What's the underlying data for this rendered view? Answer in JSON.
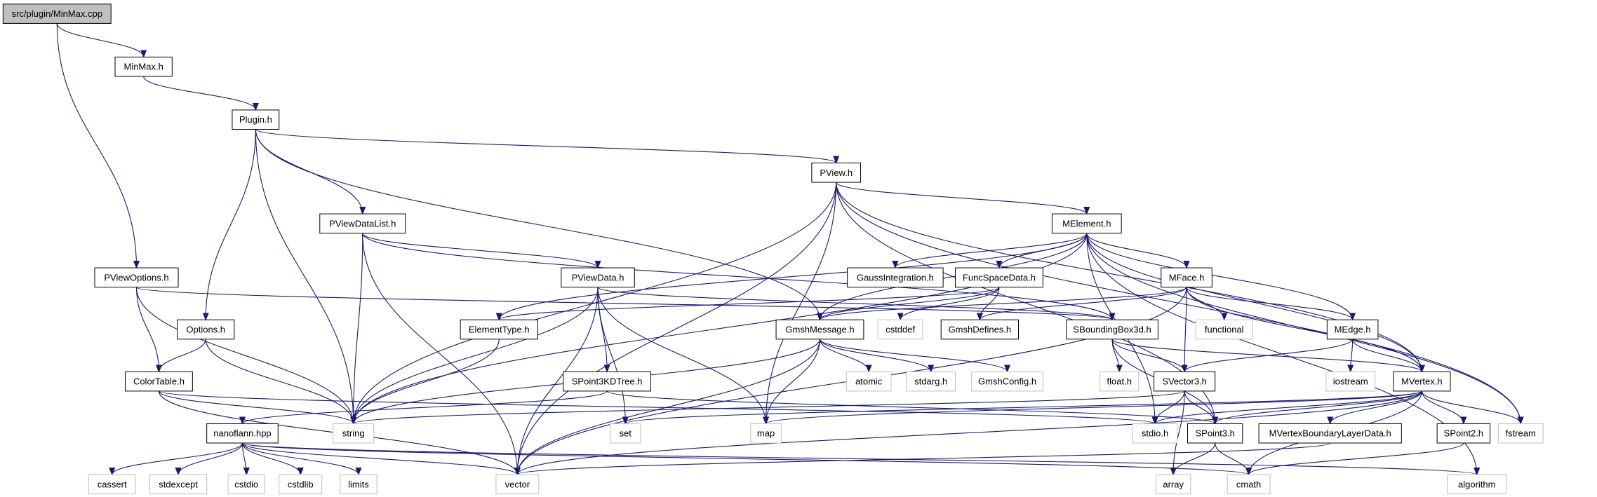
{
  "title": "src/plugin/MinMax.cpp",
  "colors": {
    "edge": "#191970",
    "root_fill": "#bfbfbf",
    "node_fill": "#ffffff",
    "node_border": "#000000",
    "external_border": "#bfbfbf"
  },
  "nodes": [
    {
      "id": "minmax_cpp",
      "label": "src/plugin/MinMax.cpp",
      "kind": "root"
    },
    {
      "id": "minmax_h",
      "label": "MinMax.h",
      "kind": "header"
    },
    {
      "id": "plugin_h",
      "label": "Plugin.h",
      "kind": "header"
    },
    {
      "id": "pview_h",
      "label": "PView.h",
      "kind": "header"
    },
    {
      "id": "pviewdatalist_h",
      "label": "PViewDataList.h",
      "kind": "header"
    },
    {
      "id": "melement_h",
      "label": "MElement.h",
      "kind": "header"
    },
    {
      "id": "pviewoptions_h",
      "label": "PViewOptions.h",
      "kind": "header"
    },
    {
      "id": "pviewdata_h",
      "label": "PViewData.h",
      "kind": "header"
    },
    {
      "id": "gaussintegration_h",
      "label": "GaussIntegration.h",
      "kind": "header"
    },
    {
      "id": "funcspacedata_h",
      "label": "FuncSpaceData.h",
      "kind": "header"
    },
    {
      "id": "mface_h",
      "label": "MFace.h",
      "kind": "header"
    },
    {
      "id": "options_h",
      "label": "Options.h",
      "kind": "header"
    },
    {
      "id": "elementtype_h",
      "label": "ElementType.h",
      "kind": "header"
    },
    {
      "id": "gmshmessage_h",
      "label": "GmshMessage.h",
      "kind": "header"
    },
    {
      "id": "cstddef",
      "label": "cstddef",
      "kind": "external"
    },
    {
      "id": "gmshdefines_h",
      "label": "GmshDefines.h",
      "kind": "header"
    },
    {
      "id": "sboundingbox3d_h",
      "label": "SBoundingBox3d.h",
      "kind": "header"
    },
    {
      "id": "functional",
      "label": "functional",
      "kind": "external"
    },
    {
      "id": "medge_h",
      "label": "MEdge.h",
      "kind": "header"
    },
    {
      "id": "colortable_h",
      "label": "ColorTable.h",
      "kind": "header"
    },
    {
      "id": "spoint3kdtree_h",
      "label": "SPoint3KDTree.h",
      "kind": "header"
    },
    {
      "id": "atomic",
      "label": "atomic",
      "kind": "external"
    },
    {
      "id": "stdarg_h",
      "label": "stdarg.h",
      "kind": "external"
    },
    {
      "id": "gmshconfig_h",
      "label": "GmshConfig.h",
      "kind": "external"
    },
    {
      "id": "float_h",
      "label": "float.h",
      "kind": "external"
    },
    {
      "id": "svector3_h",
      "label": "SVector3.h",
      "kind": "header"
    },
    {
      "id": "iostream",
      "label": "iostream",
      "kind": "external"
    },
    {
      "id": "mvertex_h",
      "label": "MVertex.h",
      "kind": "header"
    },
    {
      "id": "nanoflann_hpp",
      "label": "nanoflann.hpp",
      "kind": "header"
    },
    {
      "id": "string",
      "label": "string",
      "kind": "external"
    },
    {
      "id": "set",
      "label": "set",
      "kind": "external"
    },
    {
      "id": "map",
      "label": "map",
      "kind": "external"
    },
    {
      "id": "stdio_h",
      "label": "stdio.h",
      "kind": "external"
    },
    {
      "id": "spoint3_h",
      "label": "SPoint3.h",
      "kind": "header"
    },
    {
      "id": "mvertexboundarylayerdata_h",
      "label": "MVertexBoundaryLayerData.h",
      "kind": "header"
    },
    {
      "id": "spoint2_h",
      "label": "SPoint2.h",
      "kind": "header"
    },
    {
      "id": "fstream",
      "label": "fstream",
      "kind": "external"
    },
    {
      "id": "cassert",
      "label": "cassert",
      "kind": "external"
    },
    {
      "id": "stdexcept",
      "label": "stdexcept",
      "kind": "external"
    },
    {
      "id": "cstdio",
      "label": "cstdio",
      "kind": "external"
    },
    {
      "id": "cstdlib",
      "label": "cstdlib",
      "kind": "external"
    },
    {
      "id": "limits",
      "label": "limits",
      "kind": "external"
    },
    {
      "id": "vector",
      "label": "vector",
      "kind": "external"
    },
    {
      "id": "array",
      "label": "array",
      "kind": "external"
    },
    {
      "id": "cmath",
      "label": "cmath",
      "kind": "external"
    },
    {
      "id": "algorithm",
      "label": "algorithm",
      "kind": "external"
    }
  ],
  "edges": [
    [
      "minmax_cpp",
      "minmax_h"
    ],
    [
      "minmax_cpp",
      "pviewoptions_h"
    ],
    [
      "minmax_h",
      "plugin_h"
    ],
    [
      "plugin_h",
      "pview_h"
    ],
    [
      "plugin_h",
      "pviewdatalist_h"
    ],
    [
      "plugin_h",
      "options_h"
    ],
    [
      "plugin_h",
      "gmshmessage_h"
    ],
    [
      "plugin_h",
      "string"
    ],
    [
      "pview_h",
      "melement_h"
    ],
    [
      "pview_h",
      "mvertex_h"
    ],
    [
      "pview_h",
      "spoint3_h"
    ],
    [
      "pview_h",
      "map"
    ],
    [
      "pview_h",
      "vector"
    ],
    [
      "pview_h",
      "string"
    ],
    [
      "pview_h",
      "fstream"
    ],
    [
      "pviewdatalist_h",
      "pviewdata_h"
    ],
    [
      "pviewdatalist_h",
      "sboundingbox3d_h"
    ],
    [
      "pviewdatalist_h",
      "string"
    ],
    [
      "pviewdatalist_h",
      "vector"
    ],
    [
      "melement_h",
      "gaussintegration_h"
    ],
    [
      "melement_h",
      "funcspacedata_h"
    ],
    [
      "melement_h",
      "mface_h"
    ],
    [
      "melement_h",
      "medge_h"
    ],
    [
      "melement_h",
      "mvertex_h"
    ],
    [
      "melement_h",
      "gmshmessage_h"
    ],
    [
      "melement_h",
      "elementtype_h"
    ],
    [
      "melement_h",
      "string"
    ],
    [
      "melement_h",
      "stdio_h"
    ],
    [
      "melement_h",
      "fstream"
    ],
    [
      "melement_h",
      "algorithm"
    ],
    [
      "pviewoptions_h",
      "sboundingbox3d_h"
    ],
    [
      "pviewoptions_h",
      "colortable_h"
    ],
    [
      "pviewoptions_h",
      "string"
    ],
    [
      "pviewdata_h",
      "sboundingbox3d_h"
    ],
    [
      "pviewdata_h",
      "spoint3kdtree_h"
    ],
    [
      "pviewdata_h",
      "string"
    ],
    [
      "pviewdata_h",
      "vector"
    ],
    [
      "pviewdata_h",
      "map"
    ],
    [
      "pviewdata_h",
      "set"
    ],
    [
      "funcspacedata_h",
      "elementtype_h"
    ],
    [
      "funcspacedata_h",
      "gmshmessage_h"
    ],
    [
      "funcspacedata_h",
      "cstddef"
    ],
    [
      "funcspacedata_h",
      "gmshdefines_h"
    ],
    [
      "mface_h",
      "mvertex_h"
    ],
    [
      "mface_h",
      "medge_h"
    ],
    [
      "mface_h",
      "svector3_h"
    ],
    [
      "mface_h",
      "gmshmessage_h"
    ],
    [
      "mface_h",
      "gmshdefines_h"
    ],
    [
      "mface_h",
      "functional"
    ],
    [
      "mface_h",
      "vector"
    ],
    [
      "options_h",
      "colortable_h"
    ],
    [
      "options_h",
      "string"
    ],
    [
      "elementtype_h",
      "string"
    ],
    [
      "gmshmessage_h",
      "map"
    ],
    [
      "gmshmessage_h",
      "vector"
    ],
    [
      "gmshmessage_h",
      "string"
    ],
    [
      "gmshmessage_h",
      "atomic"
    ],
    [
      "gmshmessage_h",
      "stdarg_h"
    ],
    [
      "gmshmessage_h",
      "gmshconfig_h"
    ],
    [
      "sboundingbox3d_h",
      "float_h"
    ],
    [
      "sboundingbox3d_h",
      "svector3_h"
    ],
    [
      "sboundingbox3d_h",
      "spoint3_h"
    ],
    [
      "sboundingbox3d_h",
      "mvertex_h"
    ],
    [
      "medge_h",
      "mvertex_h"
    ],
    [
      "medge_h",
      "svector3_h"
    ],
    [
      "medge_h",
      "iostream"
    ],
    [
      "colortable_h",
      "string"
    ],
    [
      "colortable_h",
      "stdio_h"
    ],
    [
      "colortable_h",
      "vector"
    ],
    [
      "spoint3kdtree_h",
      "nanoflann_hpp"
    ],
    [
      "spoint3kdtree_h",
      "spoint3_h"
    ],
    [
      "svector3_h",
      "spoint3_h"
    ],
    [
      "svector3_h",
      "string"
    ],
    [
      "svector3_h",
      "stdio_h"
    ],
    [
      "svector3_h",
      "array"
    ],
    [
      "mvertex_h",
      "spoint2_h"
    ],
    [
      "mvertex_h",
      "spoint3_h"
    ],
    [
      "mvertex_h",
      "mvertexboundarylayerdata_h"
    ],
    [
      "mvertex_h",
      "set"
    ],
    [
      "mvertex_h",
      "map"
    ],
    [
      "mvertex_h",
      "stdio_h"
    ],
    [
      "mvertex_h",
      "fstream"
    ],
    [
      "mvertex_h",
      "cmath"
    ],
    [
      "mvertex_h",
      "vector"
    ],
    [
      "nanoflann_hpp",
      "cassert"
    ],
    [
      "nanoflann_hpp",
      "stdexcept"
    ],
    [
      "nanoflann_hpp",
      "cstdio"
    ],
    [
      "nanoflann_hpp",
      "cstdlib"
    ],
    [
      "nanoflann_hpp",
      "limits"
    ],
    [
      "nanoflann_hpp",
      "vector"
    ],
    [
      "nanoflann_hpp",
      "cmath"
    ],
    [
      "nanoflann_hpp",
      "algorithm"
    ],
    [
      "spoint3_h",
      "array"
    ],
    [
      "spoint3_h",
      "cmath"
    ],
    [
      "mvertexboundarylayerdata_h",
      "vector"
    ],
    [
      "spoint2_h",
      "cmath"
    ]
  ]
}
